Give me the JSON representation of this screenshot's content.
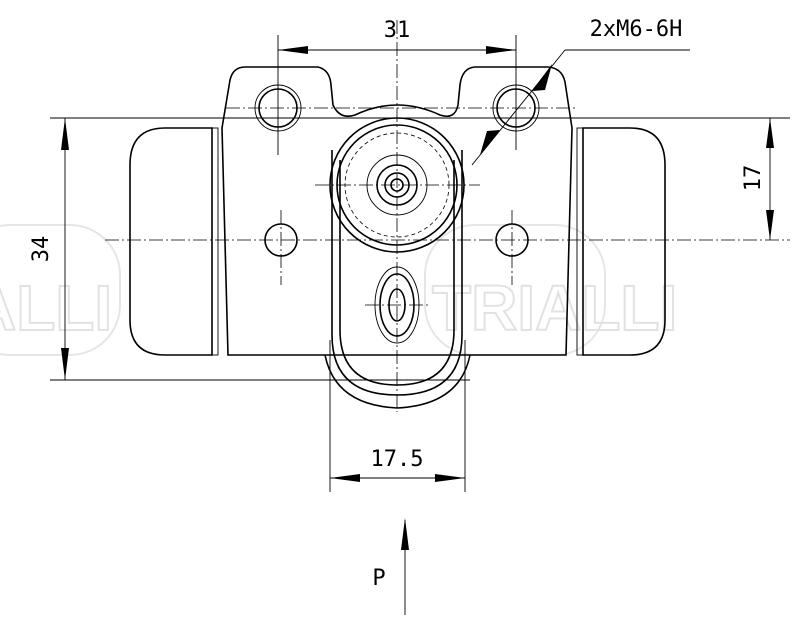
{
  "drawing": {
    "dimensions": {
      "hole_spacing": "31",
      "thread_callout": "2xM6-6H",
      "body_height": "34",
      "port_offset": "17",
      "slot_width": "17.5"
    },
    "pressure_arrow_label": "P",
    "watermark": {
      "logo_text": "TRIALLI"
    }
  }
}
